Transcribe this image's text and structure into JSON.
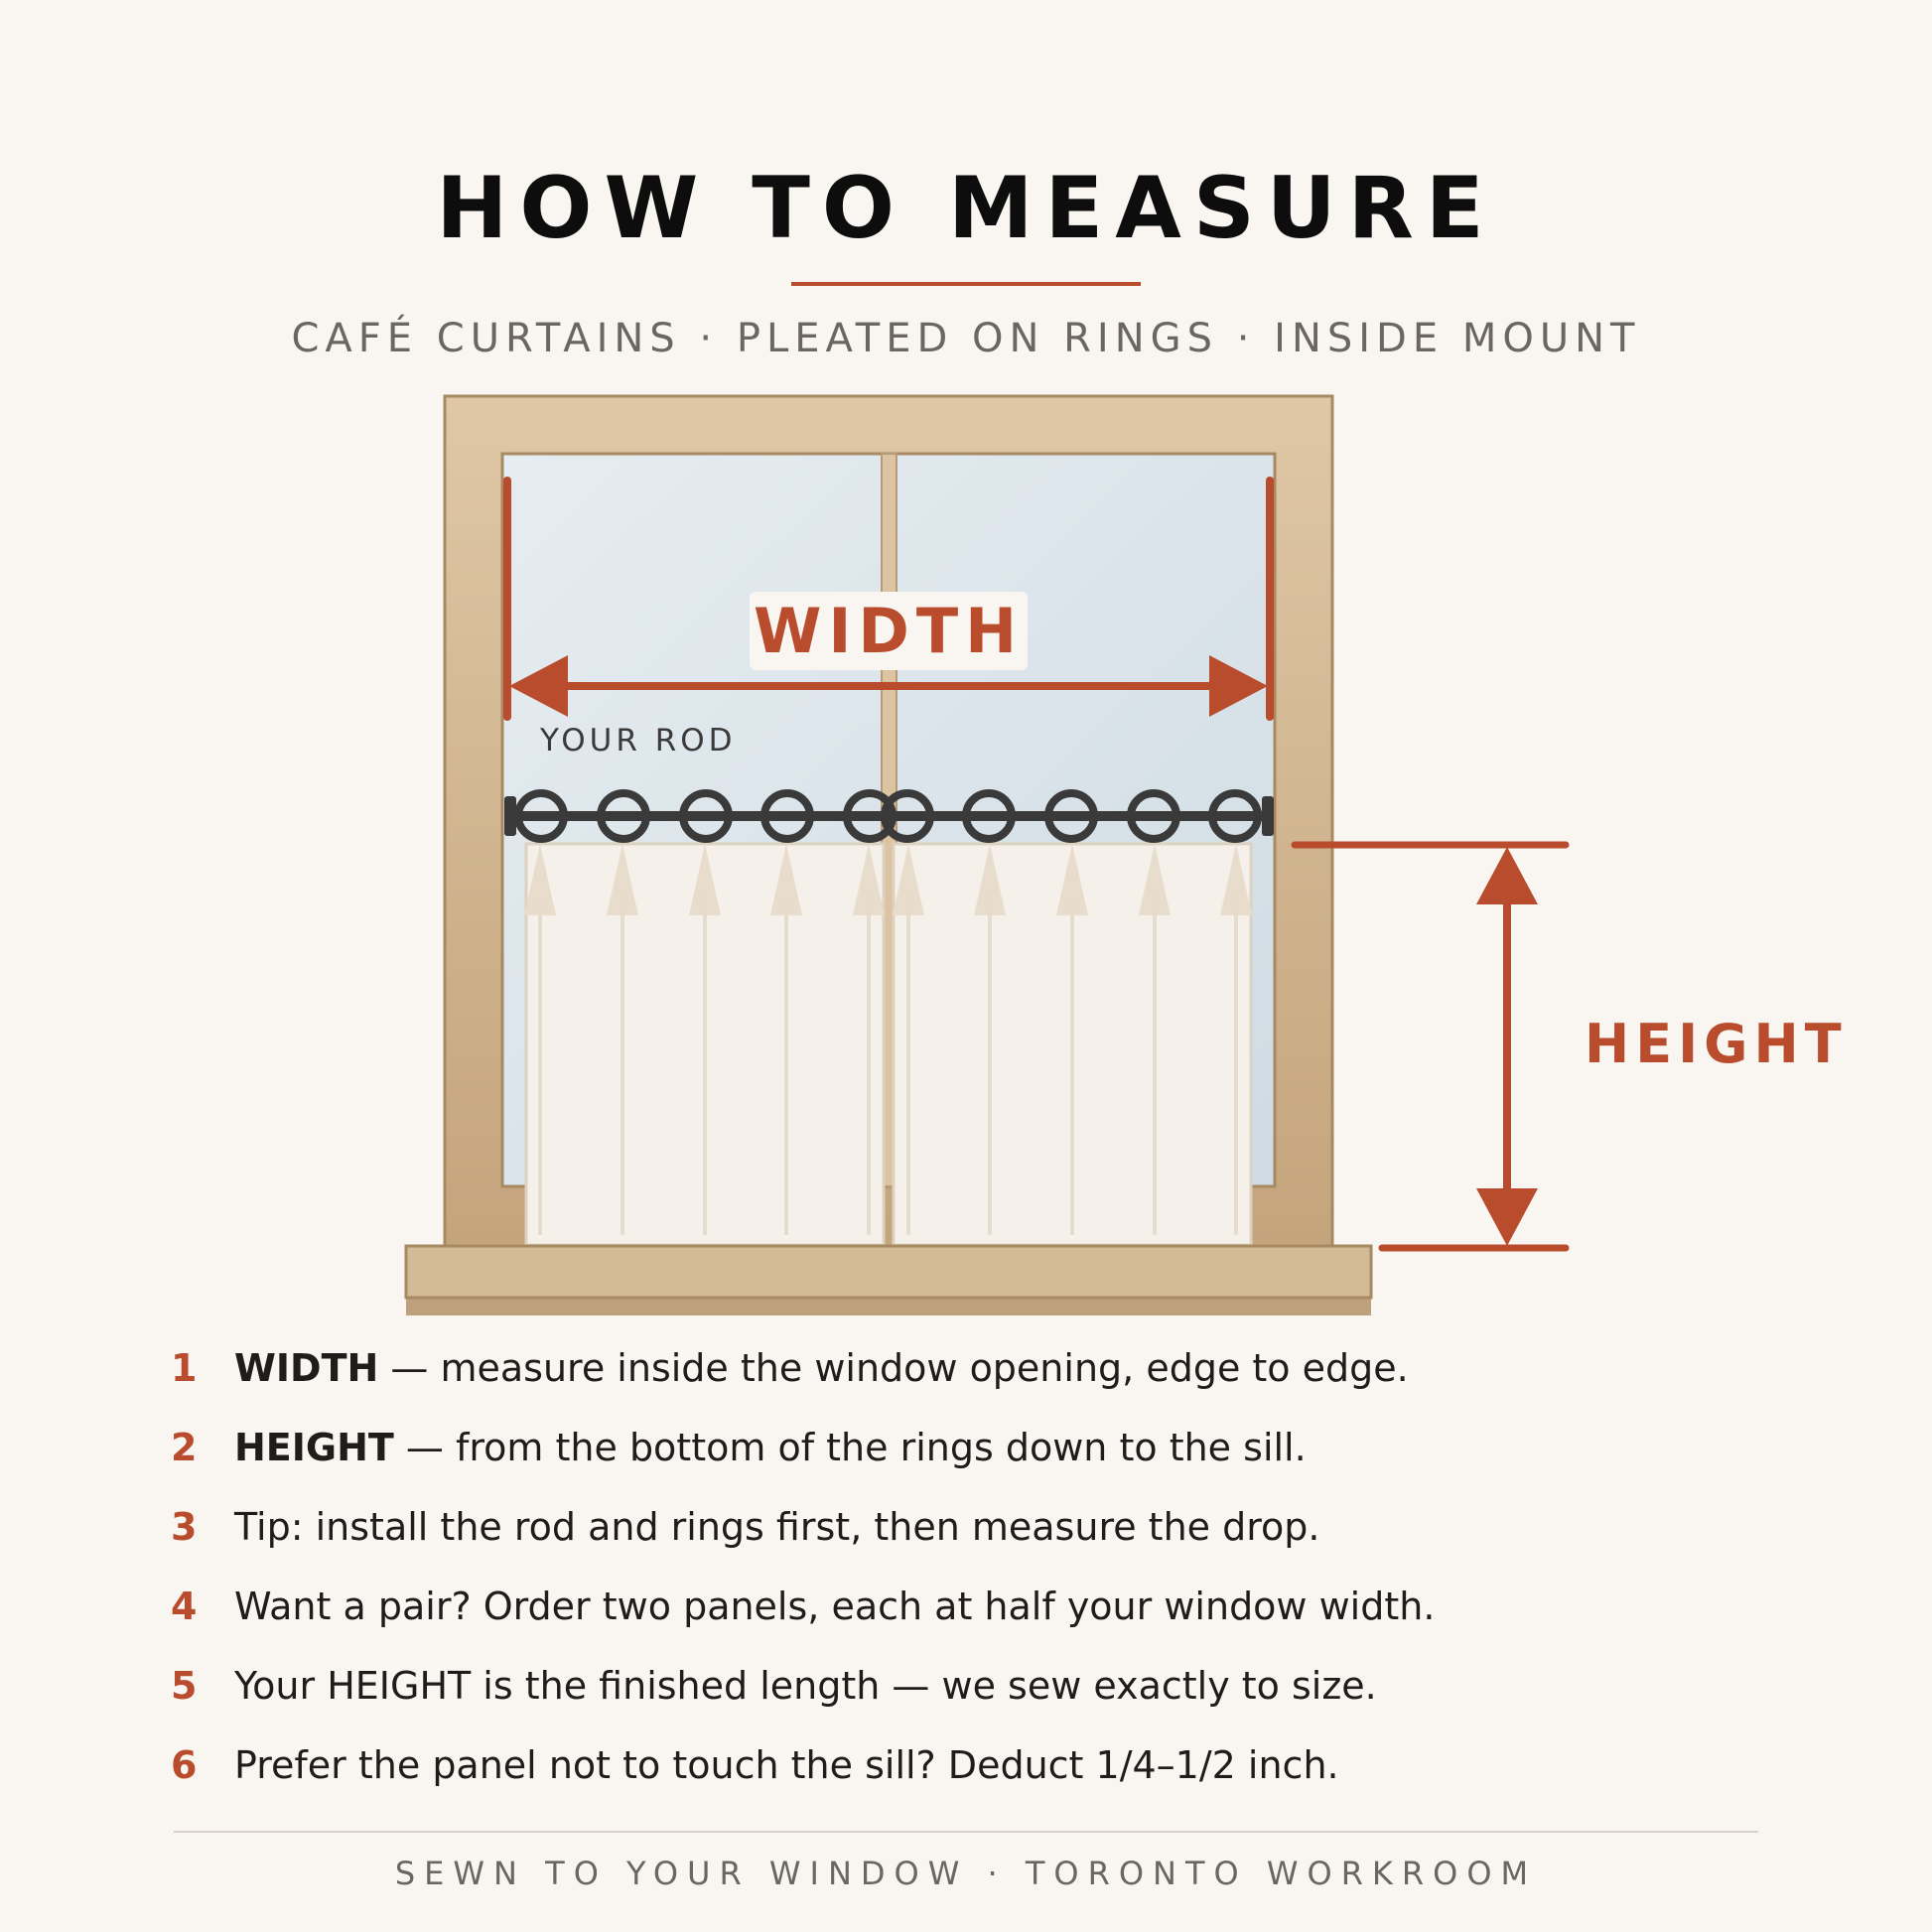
{
  "header": {
    "title": "HOW TO MEASURE",
    "subtitle": "CAFÉ CURTAINS · PLEATED ON RINGS · INSIDE MOUNT"
  },
  "diagram": {
    "width_label": "WIDTH",
    "height_label": "HEIGHT",
    "rod_label": "YOUR ROD",
    "ring_count": 10,
    "colors": {
      "accent": "#b84c2d",
      "frame_top": "#dfc7a6",
      "frame_bottom": "#c4a47b",
      "frame_edge": "#a88a62",
      "glass": "#dde6ec",
      "curtain": "#f5f1ea",
      "rod": "#3a3a3a"
    }
  },
  "steps": [
    {
      "num": "1",
      "strong": "WIDTH",
      "text": " — measure inside the window opening, edge to edge."
    },
    {
      "num": "2",
      "strong": "HEIGHT",
      "text": " — from the bottom of the rings down to the sill."
    },
    {
      "num": "3",
      "strong": "",
      "text": "Tip: install the rod and rings first, then measure the drop."
    },
    {
      "num": "4",
      "strong": "",
      "text": "Want a pair? Order two panels, each at half your window width."
    },
    {
      "num": "5",
      "strong": "",
      "text": "Your HEIGHT is the finished length — we sew exactly to size."
    },
    {
      "num": "6",
      "strong": "",
      "text": "Prefer the panel not to touch the sill? Deduct 1/4–1/2 inch."
    }
  ],
  "footer": {
    "text": "SEWN TO YOUR WINDOW · TORONTO WORKROOM"
  }
}
